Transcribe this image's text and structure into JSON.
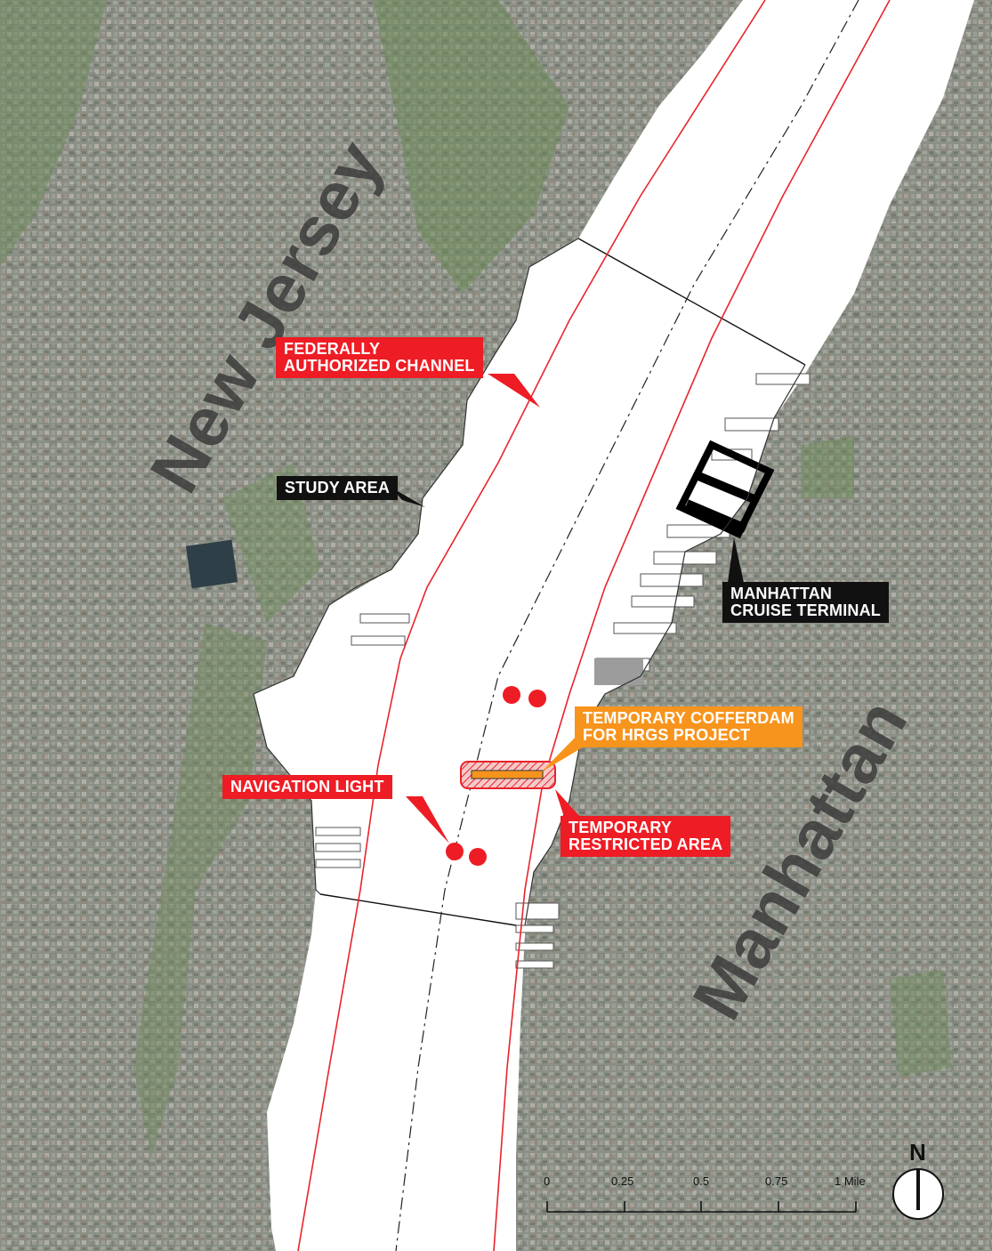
{
  "map": {
    "regions": {
      "west": "New Jersey",
      "east": "Manhattan"
    },
    "callouts": {
      "federal_channel": [
        "FEDERALLY",
        "AUTHORIZED CHANNEL"
      ],
      "study_area": [
        "STUDY AREA"
      ],
      "cruise_terminal": [
        "MANHATTAN",
        "CRUISE TERMINAL"
      ],
      "cofferdam": [
        "TEMPORARY COFFERDAM",
        "FOR HRGS PROJECT"
      ],
      "navigation_light": [
        "NAVIGATION LIGHT"
      ],
      "restricted_area": [
        "TEMPORARY",
        "RESTRICTED AREA"
      ]
    },
    "scale_bar": {
      "labels": [
        "0",
        "0.25",
        "0.5",
        "0.75",
        "1 Mile"
      ]
    },
    "north_arrow": {
      "label": "N",
      "icon": "north-arrow-icon"
    },
    "colors": {
      "callout_red": "#ee1c24",
      "callout_black": "#111111",
      "callout_orange": "#f7941d",
      "channel_line": "#e8242b",
      "water": "#ffffff"
    }
  }
}
